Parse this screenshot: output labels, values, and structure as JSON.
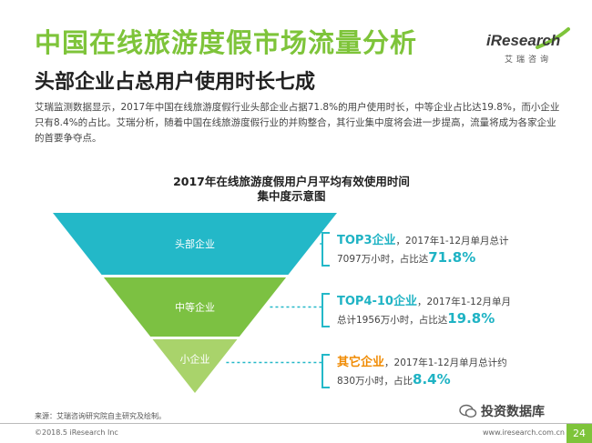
{
  "page": {
    "title": "中国在线旅游度假市场流量分析",
    "subtitle": "头部企业占总用户使用时长七成",
    "intro": "艾瑞监测数据显示，2017年中国在线旅游度假行业头部企业占据71.8%的用户使用时长，中等企业占比达19.8%，而小企业只有8.4%的占比。艾瑞分析，随着中国在线旅游度假行业的并购整合，其行业集中度将会进一步提高，流量将成为各家企业的首要争夺点。",
    "source": "来源：艾瑞咨询研究院自主研究及绘制。",
    "copyright": "©2018.5 iResearch Inc",
    "website": "www.iresearch.com.cn",
    "page_number": "24",
    "wechat": "投资数据库"
  },
  "logo": {
    "name": "iResearch",
    "sub": "艾瑞咨询"
  },
  "colors": {
    "accent_green": "#7ec43a",
    "teal": "#1fb3c4",
    "orange": "#f08a00",
    "funnel_top": "#23b8c8",
    "funnel_mid": "#7cc142",
    "funnel_bottom": "#a9d36b"
  },
  "chart_data": {
    "type": "funnel",
    "title_line1": "2017年在线旅游度假用户月平均有效使用时间",
    "title_line2": "集中度示意图",
    "segments": [
      {
        "name": "头部企业",
        "value": 71.8,
        "group": "TOP3企业",
        "desc_pre": "，2017年1-12月单月总计",
        "hours": "7097万小时",
        "desc_post": "，占比达",
        "pct": "71.8%"
      },
      {
        "name": "中等企业",
        "value": 19.8,
        "group": "TOP4-10企业",
        "desc_pre": "，2017年1-12月单月",
        "hours": "总计1956万小时",
        "desc_post": "，占比达",
        "pct": "19.8%"
      },
      {
        "name": "小企业",
        "value": 8.4,
        "group": "其它企业",
        "desc_pre": "，2017年1-12月单月总计约",
        "hours": "830万小时",
        "desc_post": "，占比",
        "pct": "8.4%"
      }
    ]
  }
}
